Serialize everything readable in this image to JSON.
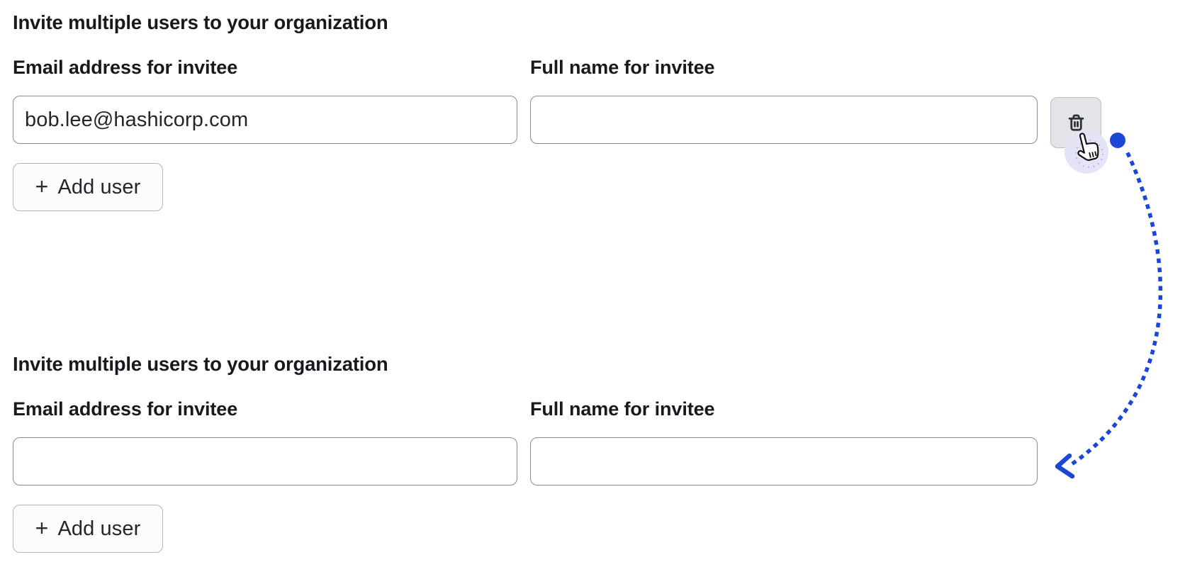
{
  "sections": [
    {
      "heading": "Invite multiple users to your organization",
      "email_label": "Email address for invitee",
      "name_label": "Full name for invitee",
      "email_value": "bob.lee@hashicorp.com",
      "name_value": "",
      "add_user_label": "Add user",
      "has_delete_button": true
    },
    {
      "heading": "Invite multiple users to your organization",
      "email_label": "Email address for invitee",
      "name_label": "Full name for invitee",
      "email_value": "",
      "name_value": "",
      "add_user_label": "Add user",
      "has_delete_button": false
    }
  ],
  "icons": {
    "plus_glyph": "+",
    "delete": "trash-icon",
    "cursor": "pointer-hand-icon"
  },
  "annotation": {
    "style": "dotted-curved-arrow",
    "from": "delete-row-button",
    "to": "second-form-right-edge"
  },
  "colors": {
    "accent_blue": "#1b46d6",
    "halo": "#e4e4f6",
    "input_border": "#868a9a",
    "button_border": "#b4b6bf",
    "button_bg": "#fcfcfd",
    "icon_button_bg": "#e3e4e8",
    "icon_button_border": "#bbbdc4",
    "icon_stroke": "#2e3138",
    "text": "#17191e"
  }
}
